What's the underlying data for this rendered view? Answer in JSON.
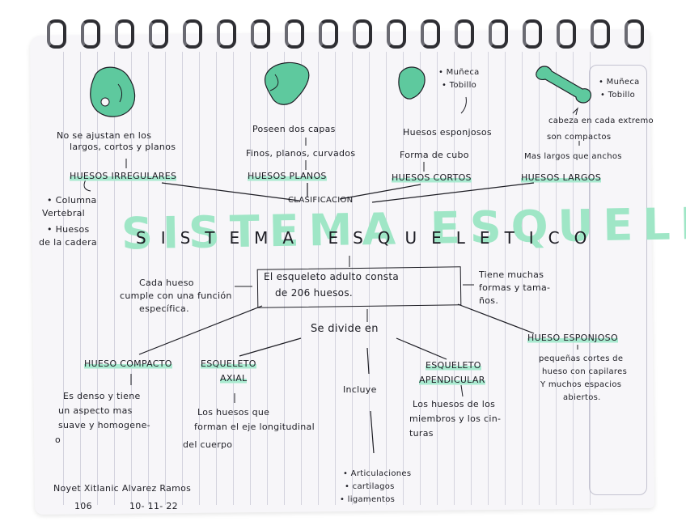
{
  "notes": {
    "bone_shapes": [
      "irregular-bone",
      "flat-bone",
      "short-bone",
      "long-bone"
    ],
    "short_example": [
      "• Muñeca",
      "• Tobillo"
    ],
    "long_example": [
      "• Muñeca",
      "• Tobillo"
    ],
    "irregular_desc": [
      "No se ajustan en los",
      "largos, cortos y planos"
    ],
    "irregular_label": "HUESOS IRREGULARES",
    "irregular_examples": [
      "• Columna",
      "Vertebral",
      "• Huesos",
      "de la cadera"
    ],
    "flat_desc": [
      "Poseen dos capas",
      "Finos, planos, curvados"
    ],
    "flat_label": "HUESOS PLANOS",
    "short_desc": [
      "Huesos esponjosos",
      "Forma de cubo"
    ],
    "short_label": "HUESOS CORTOS",
    "long_desc": [
      "cabeza en cada extremo",
      "son compactos",
      "Mas largos que anchos"
    ],
    "long_label": "HUESOS LARGOS",
    "clasificacion": "CLASIFICACION",
    "title_back": "SISTEMA ESQUELETICO",
    "title_front": "SISTEMA ESQUELETICO",
    "center_text": [
      "El esqueleto adulto consta",
      "de 206 huesos."
    ],
    "left_note": [
      "Cada hueso",
      "cumple con una función",
      "específica."
    ],
    "right_note": [
      "Tiene muchas",
      "formas y tama-",
      "ños."
    ],
    "divide": "Se divide en",
    "compacto_label": "HUESO COMPACTO",
    "compacto_desc": [
      "Es denso y tiene",
      "un aspecto mas",
      "suave y homogene-",
      "o"
    ],
    "axial_label": [
      "ESQUELETO",
      "AXIAL"
    ],
    "axial_desc": [
      "Los huesos que",
      "forman el eje longitudinal",
      "del cuerpo"
    ],
    "incluye": "Incluye",
    "incluye_list": [
      "• Articulaciones",
      "• cartilagos",
      "• ligamentos"
    ],
    "apendicular_label": [
      "ESQUELETO",
      "APENDICULAR"
    ],
    "apendicular_desc": [
      "Los huesos de los",
      "miembros y los cin-",
      "turas"
    ],
    "esponjoso_label": "HUESO ESPONJOSO",
    "esponjoso_desc": [
      "pequeñas cortes de",
      "hueso con capilares",
      "Y muchos espacios",
      "abiertos."
    ],
    "author": "Noyet Xitlanic Alvarez Ramos",
    "number": "106",
    "date": "10- 11- 22"
  },
  "colors": {
    "mint": "#9fe6c6",
    "mint_dark": "#5ec99e",
    "ink": "#1d1d24"
  }
}
